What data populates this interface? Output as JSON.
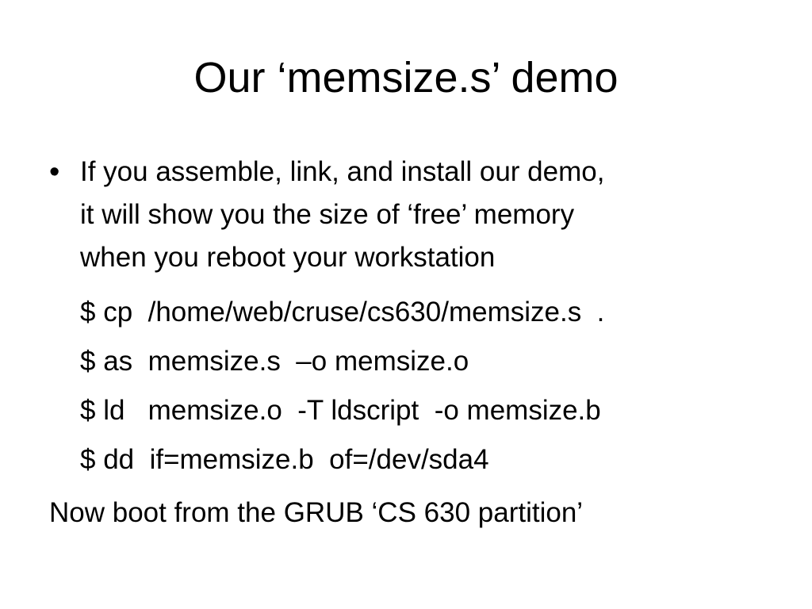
{
  "slide": {
    "title": "Our ‘memsize.s’ demo",
    "bullet": {
      "glyph": "•",
      "lines": [
        "If you assemble, link, and install our demo,",
        "it will show you the size of ‘free’ memory",
        "when you reboot your workstation"
      ]
    },
    "commands": [
      "$ cp  /home/web/cruse/cs630/memsize.s  .",
      "$ as  memsize.s  –o memsize.o",
      "$ ld   memsize.o  -T ldscript  -o memsize.b",
      "$ dd  if=memsize.b  of=/dev/sda4"
    ],
    "footer": "Now boot from the GRUB ‘CS 630 partition’"
  }
}
